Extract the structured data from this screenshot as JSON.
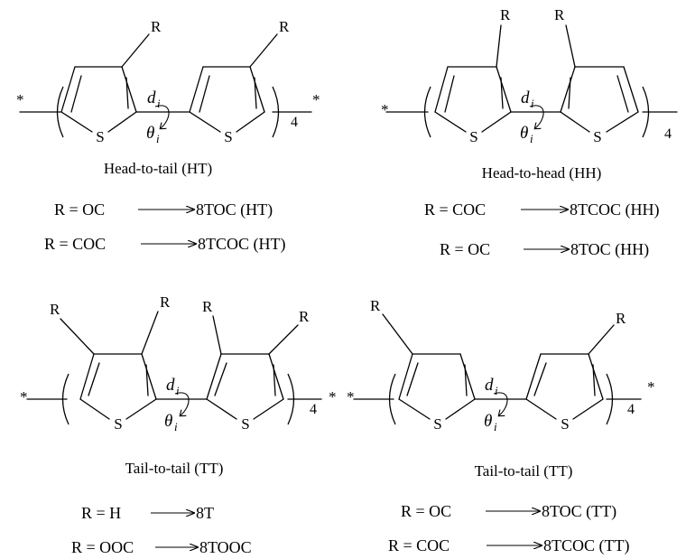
{
  "atoms": {
    "r": "R",
    "s": "S",
    "star": "*",
    "repeat": "4"
  },
  "symbols": {
    "d": "d",
    "theta": "θ",
    "i": "i"
  },
  "panels": [
    {
      "name": "Head-to-tail (HT)",
      "equations": [
        {
          "left": "R = OC",
          "right": "8TOC (HT)"
        },
        {
          "left": "R = COC",
          "right": "8TCOC (HT)"
        }
      ]
    },
    {
      "name": "Head-to-head (HH)",
      "equations": [
        {
          "left": "R = COC",
          "right": "8TCOC (HH)"
        },
        {
          "left": "R = OC",
          "right": "8TOC (HH)"
        }
      ]
    },
    {
      "name": "Tail-to-tail (TT)",
      "equations": [
        {
          "left": "R = H",
          "right": "8T"
        },
        {
          "left": "R = OOC",
          "right": "8TOOC"
        }
      ]
    },
    {
      "name": "Tail-to-tail (TT)",
      "equations": [
        {
          "left": "R = OC",
          "right": "8TOC (TT)"
        },
        {
          "left": "R = COC",
          "right": "8TCOC (TT)"
        }
      ]
    }
  ]
}
